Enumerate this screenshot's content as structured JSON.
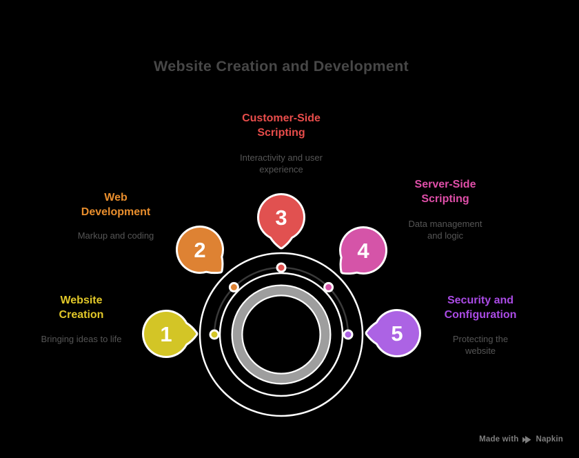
{
  "title": "Website Creation and Development",
  "colors": {
    "background": "#000000",
    "title_text": "#474747",
    "muted_text": "#565656",
    "watermark_text": "#7e7e7e",
    "circle_white": "#ffffff",
    "hub_gray": "#9e9e9e",
    "orbit_dark": "#3a3a3a"
  },
  "diagram": {
    "type": "circular-steps",
    "nodes": [
      {
        "number": "1",
        "title": "Website Creation",
        "description": "Bringing ideas to life",
        "color": "#d3c526",
        "text_color": "#e2c829"
      },
      {
        "number": "2",
        "title": "Web Development",
        "description": "Markup and coding",
        "color": "#de8233",
        "text_color": "#e98e2d"
      },
      {
        "number": "3",
        "title": "Customer-Side Scripting",
        "description": "Interactivity and user experience",
        "color": "#e15150",
        "text_color": "#e84d4b"
      },
      {
        "number": "4",
        "title": "Server-Side Scripting",
        "description": "Data management and logic",
        "color": "#d554a8",
        "text_color": "#e04fa9"
      },
      {
        "number": "5",
        "title": "Security and Configuration",
        "description": "Protecting the website",
        "color": "#ac63e4",
        "text_color": "#aa4be5"
      }
    ]
  },
  "watermark": {
    "prefix": "Made with",
    "brand": "Napkin"
  }
}
